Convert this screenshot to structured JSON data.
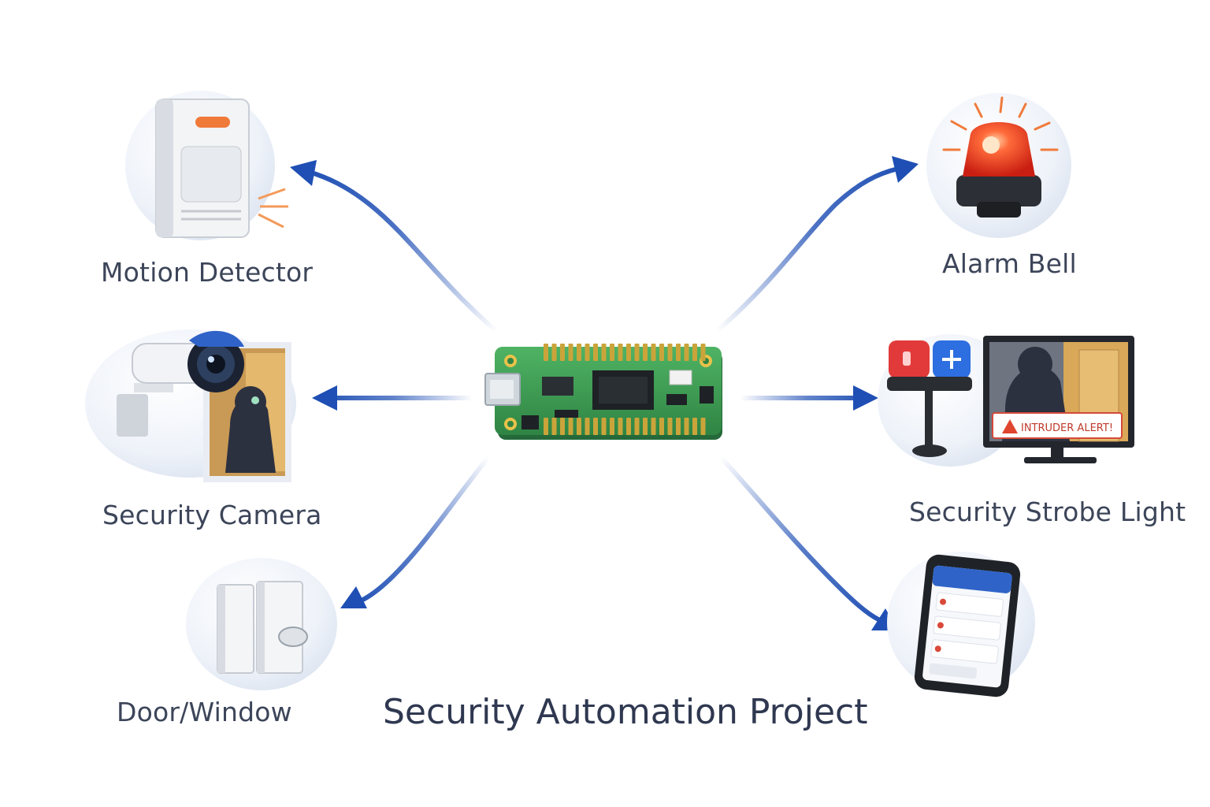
{
  "title": "Security Automation Project",
  "hub": {
    "icon": "microcontroller-board-icon"
  },
  "inputs": [
    {
      "id": "motion",
      "label": "Motion Detector",
      "icon": "motion-sensor-icon"
    },
    {
      "id": "camera",
      "label": "Security Camera",
      "icon": "security-camera-icon"
    },
    {
      "id": "door",
      "label": "Door/Window",
      "icon": "door-window-sensor-icon"
    }
  ],
  "outputs": [
    {
      "id": "alarm",
      "label": "Alarm Bell",
      "icon": "alarm-beacon-icon"
    },
    {
      "id": "strobe",
      "label": "Security Strobe Light",
      "icon": "strobe-light-monitor-icon",
      "screen_text": "INTRUDER ALERT!"
    },
    {
      "id": "phone",
      "label": "",
      "icon": "phone-notification-icon"
    }
  ],
  "colors": {
    "arrow": "#1f4fb4",
    "text": "#3c4559",
    "board": "#3d9b52",
    "alarm": "#e8361e",
    "strobe_red": "#e23a3a",
    "strobe_blue": "#2d6ee0"
  }
}
